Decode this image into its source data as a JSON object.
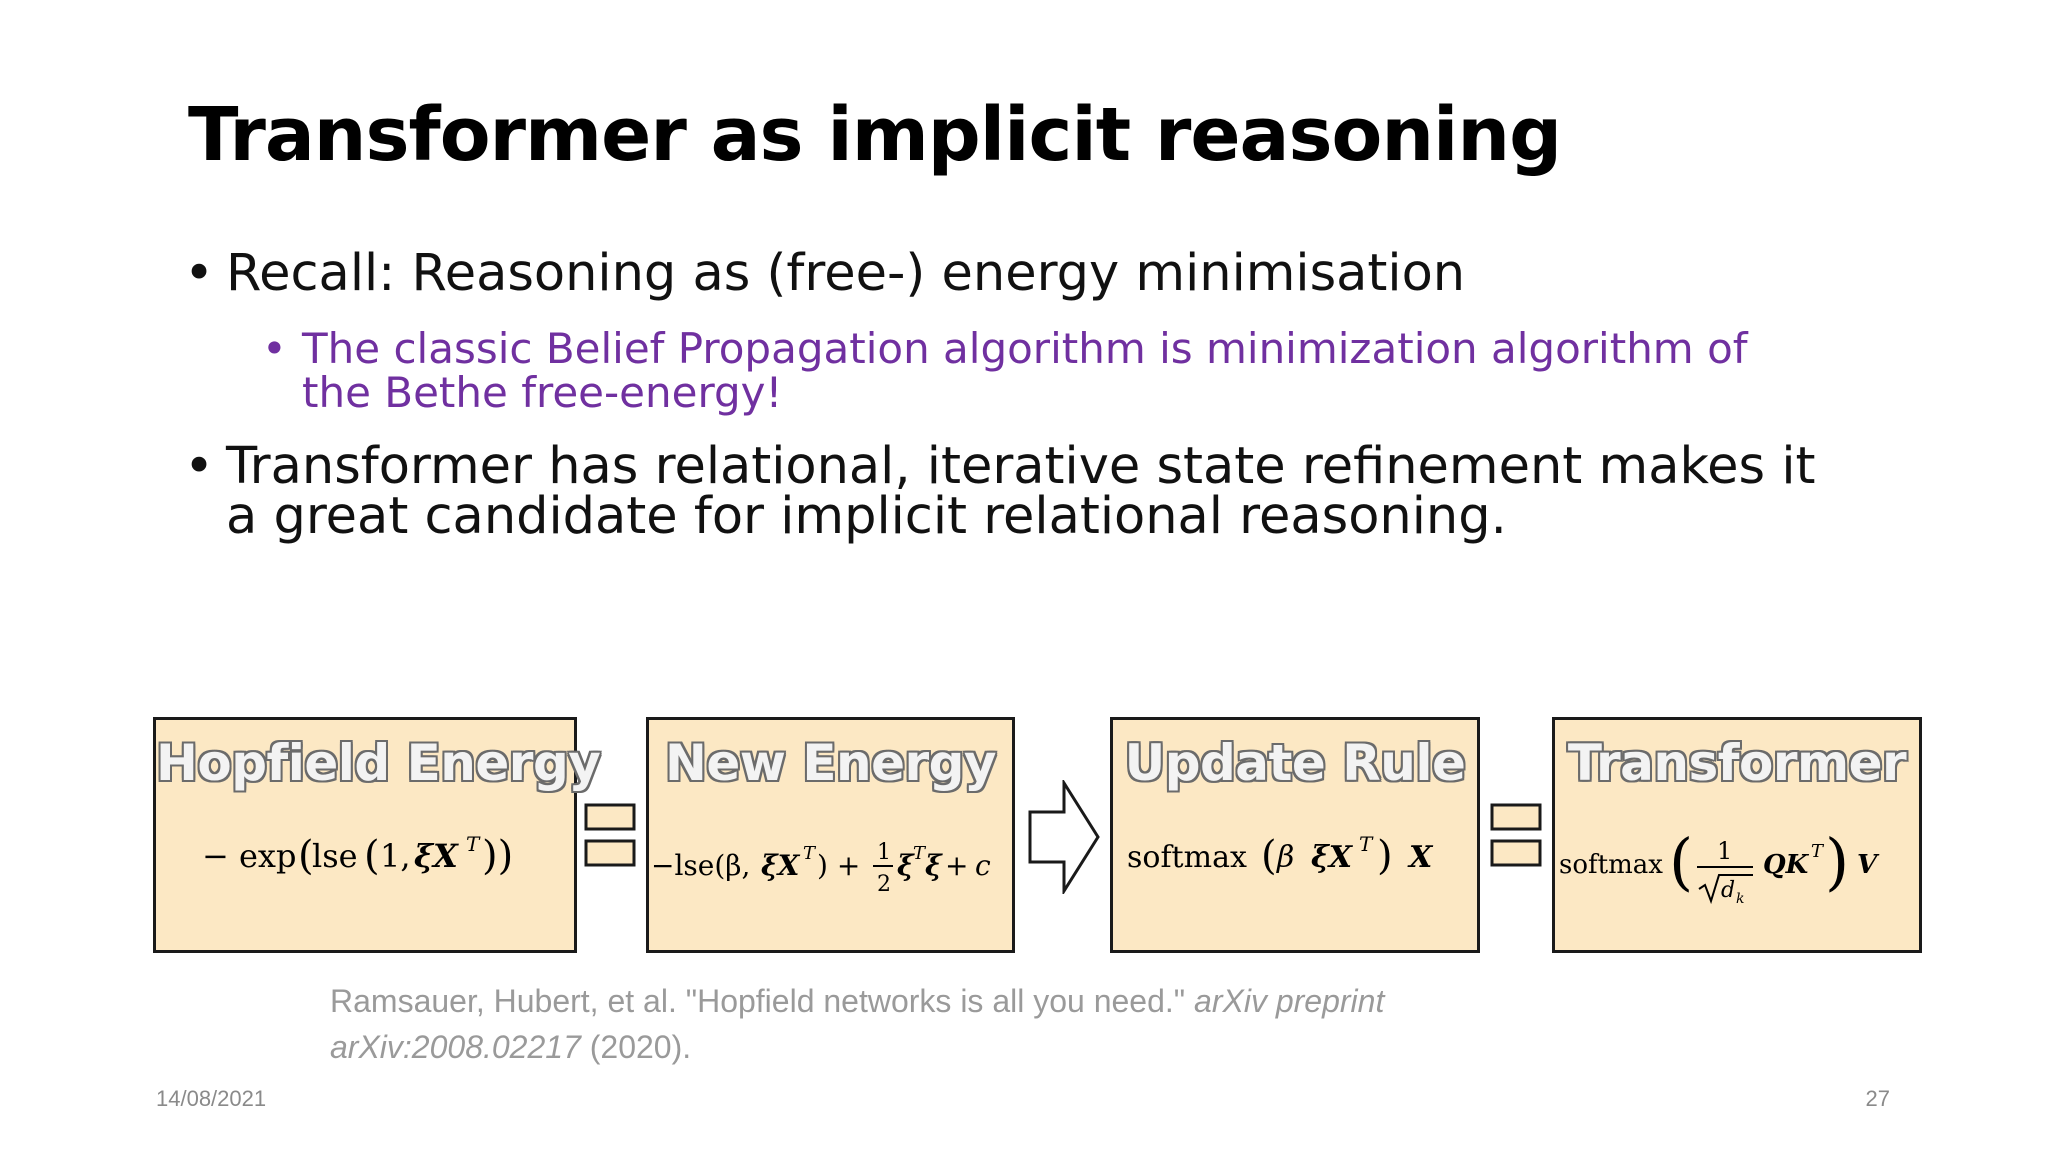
{
  "slide": {
    "title": "Transformer as implicit reasoning",
    "bullets": [
      {
        "text": "Recall: Reasoning as (free-) energy minimisation",
        "sub": "The classic Belief Propagation algorithm is minimization algorithm of the Bethe free-energy!"
      },
      {
        "text": "Transformer has relational, iterative state refinement makes it a great candidate for implicit relational reasoning."
      }
    ],
    "bullet_glyph": "•",
    "diagram": {
      "boxes": [
        {
          "title": "Hopfield Energy",
          "formula": "− exp (lse (1, ξXᵀ))"
        },
        {
          "title": "New Energy",
          "formula": "−lse(β, ξXᵀ) + ½ξᵀξ + c"
        },
        {
          "title": "Update Rule",
          "formula": "softmax (β ξXᵀ) X"
        },
        {
          "title": "Transformer",
          "formula": "softmax ( (1/√d_k) QKᵀ ) V"
        }
      ],
      "connectors": [
        "equals",
        "arrow",
        "equals"
      ]
    },
    "citation": {
      "plain": "Ramsauer, Hubert, et al. \"Hopfield networks is all you need.\" ",
      "italic1": "arXiv preprint arXiv:2008.02217",
      "plain2": " (2020)."
    },
    "footer": {
      "date": "14/08/2021",
      "page": "27"
    },
    "colors": {
      "sub_bullet": "#7030a0",
      "box_fill": "#fce8c4",
      "citation": "#9a9a9a"
    }
  }
}
